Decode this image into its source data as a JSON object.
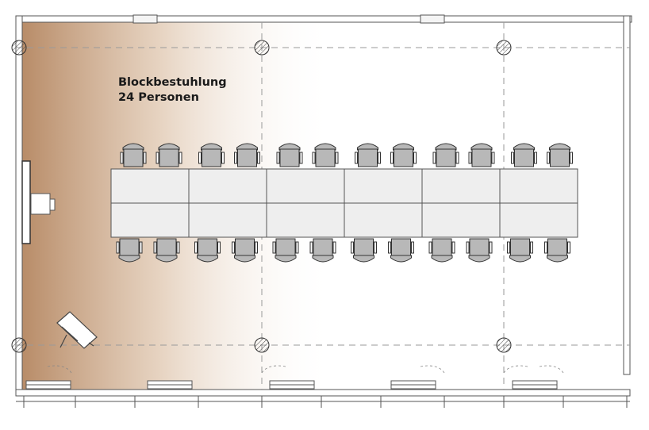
{
  "plan": {
    "title_line1": "Blockbestuhlung",
    "title_line2": "24 Personen",
    "seating_style": "block",
    "capacity": 24,
    "chairs_per_side": 12,
    "table_rows": 2,
    "table_columns": 6,
    "colors": {
      "wall": "#555555",
      "wall_fill": "#ffffff",
      "grid_dashes": "#9a9a9a",
      "table_fill": "#eeeeee",
      "table_stroke": "#555555",
      "chair_fill": "#b8b8b8",
      "chair_stroke": "#333333",
      "gradient_start": "#b88c68",
      "gradient_end": "#ffffff"
    }
  }
}
